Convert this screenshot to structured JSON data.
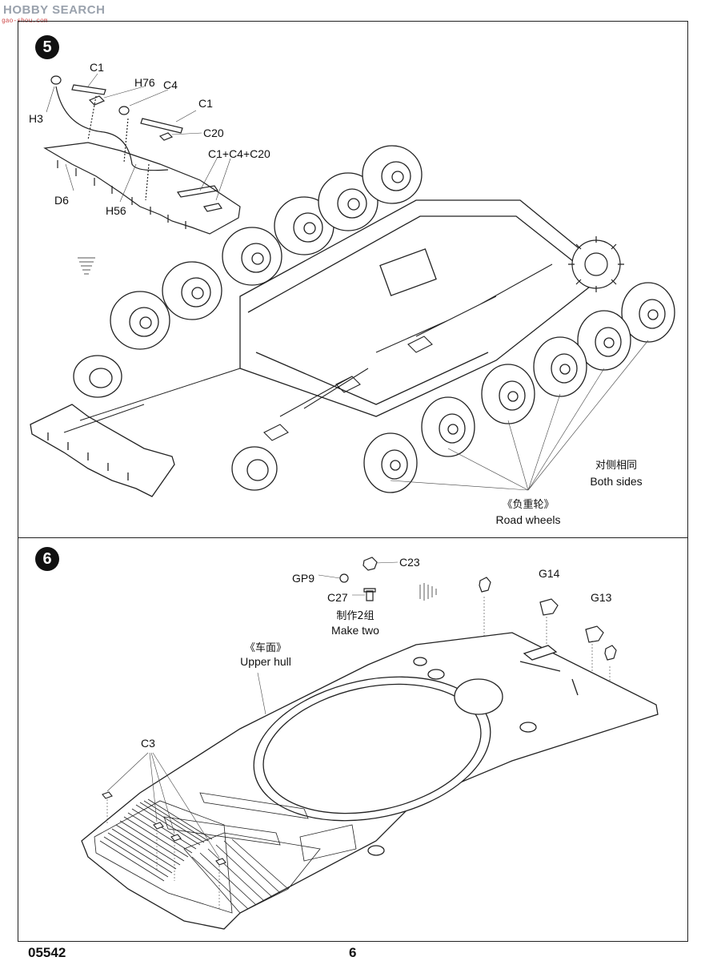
{
  "watermark": {
    "text": "HOBBY SEARCH",
    "sub": "gao-shou.com"
  },
  "step5": {
    "number": "5",
    "part_labels": {
      "c1_top": "C1",
      "h76": "H76",
      "c4": "C4",
      "c1_right": "C1",
      "c20": "C20",
      "c1_c4_c20": "C1+C4+C20",
      "h3": "H3",
      "d6": "D6",
      "h56": "H56"
    },
    "note_cn": "对侧相同",
    "note_en": "Both sides",
    "road_wheels_cn": "《负重轮》",
    "road_wheels_en": "Road  wheels"
  },
  "step6": {
    "number": "6",
    "part_labels": {
      "c23": "C23",
      "gp9": "GP9",
      "c27": "C27",
      "g14": "G14",
      "g13": "G13",
      "c3": "C3"
    },
    "make_two_cn": "制作2组",
    "make_two_en": "Make two",
    "upper_hull_cn": "《车面》",
    "upper_hull_en": "Upper hull"
  },
  "footer": {
    "code": "05542",
    "page": "6"
  }
}
